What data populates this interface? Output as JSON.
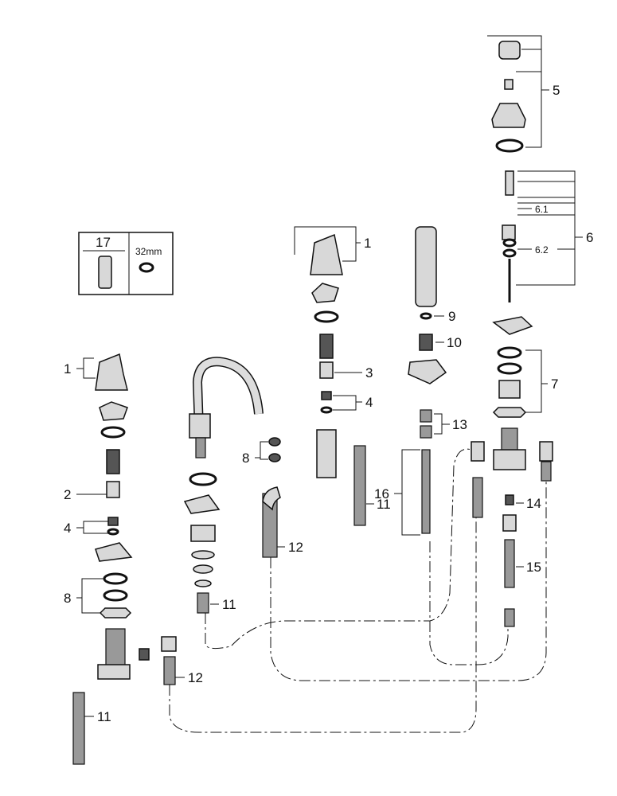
{
  "diagram": {
    "callouts": {
      "c5": "5",
      "c6": "6",
      "c6_1": "6.1",
      "c6_2": "6.2",
      "c1_right": "1",
      "c1_left": "1",
      "c9": "9",
      "c10": "10",
      "c3": "3",
      "c7": "7",
      "c4_right": "4",
      "c4_left": "4",
      "c13": "13",
      "c8_spout": "8",
      "c8_left": "8",
      "c2": "2",
      "c11_valve": "11",
      "c11_spout": "11",
      "c11_left": "11",
      "c16": "16",
      "c14": "14",
      "c12_spout": "12",
      "c12_left": "12",
      "c15": "15"
    },
    "kit_box": {
      "number": "17",
      "size": "32mm"
    }
  }
}
